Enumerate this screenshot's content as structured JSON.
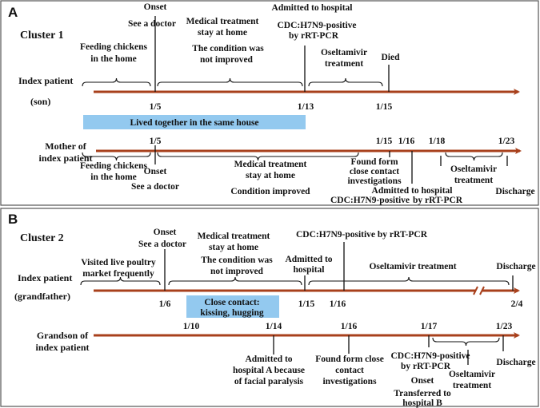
{
  "colors": {
    "timeline": "#a8401c",
    "highlight": "#93c9ef",
    "border": "#555555"
  },
  "panel_a": {
    "letter": "A",
    "cluster": "Cluster 1",
    "row1": {
      "label_line1": "Index patient",
      "label_line2": "(son)",
      "feeding_1": "Feeding chickens",
      "feeding_2": "in the home",
      "onset": "Onset",
      "see_doctor": "See a doctor",
      "med_1": "Medical treatment",
      "med_2": "stay at home",
      "cond_1": "The condition was",
      "cond_2": "not improved",
      "admitted": "Admitted to hospital",
      "cdc_1": "CDC:H7N9-positive",
      "cdc_2": "by rRT-PCR",
      "osel_1": "Oseltamivir",
      "osel_2": "treatment",
      "died": "Died",
      "dates": [
        "1/5",
        "1/13",
        "1/15"
      ]
    },
    "shared_box": "Lived together in the same house",
    "row2": {
      "label_line1": "Mother  of",
      "label_line2": "index patient",
      "dates": [
        "1/5",
        "1/15",
        "1/16",
        "1/18",
        "1/23"
      ],
      "feeding_1": "Feeding chickens",
      "feeding_2": "in the home",
      "onset": "Onset",
      "see_doctor": "See a doctor",
      "med_1": "Medical treatment",
      "med_2": "stay at home",
      "cond": "Condition improved",
      "found_1": "Found form",
      "found_2": "close contact",
      "found_3": "investigations",
      "admitted": "Admitted to hospital",
      "cdc_1": "CDC:H7N9-positive",
      "cdc_2": "by rRT-PCR",
      "osel_1": "Oseltamivir",
      "osel_2": "treatment",
      "discharge": "Discharge"
    }
  },
  "panel_b": {
    "letter": "B",
    "cluster": "Cluster 2",
    "row1": {
      "label_line1": "Index patient",
      "label_line2": "(grandfather)",
      "onset": "Onset",
      "see_doctor": "See a doctor",
      "med_1": "Medical treatment",
      "med_2": "stay at home",
      "cond_1": "The condition was",
      "cond_2": "not improved",
      "cdc": "CDC:H7N9-positive by rRT-PCR",
      "admitted_1": "Admitted to",
      "admitted_2": "hospital",
      "osel": "Oseltamivir  treatment",
      "discharge": "Discharge",
      "visited_1": "Visited live poultry",
      "visited_2": "market frequently",
      "dates": [
        "1/6",
        "1/15",
        "1/16",
        "2/4"
      ]
    },
    "shared_box_1": "Close contact:",
    "shared_box_2": "kissing, hugging",
    "row2": {
      "label_line1": "Grandson  of",
      "label_line2": "index patient",
      "dates": [
        "1/10",
        "1/14",
        "1/16",
        "1/17",
        "1/23"
      ],
      "adm_1": "Admitted to",
      "adm_2": "hospital A because",
      "adm_3": "of  facial paralysis",
      "found_1": "Found form close",
      "found_2": "contact",
      "found_3": "investigations",
      "cdc_1": "CDC:H7N9-positive",
      "cdc_2": "by rRT-PCR",
      "onset": "Onset",
      "transfer_1": "Transferred to",
      "transfer_2": "hospital B",
      "osel_1": "Oseltamivir",
      "osel_2": "treatment",
      "discharge": "Discharge"
    }
  }
}
